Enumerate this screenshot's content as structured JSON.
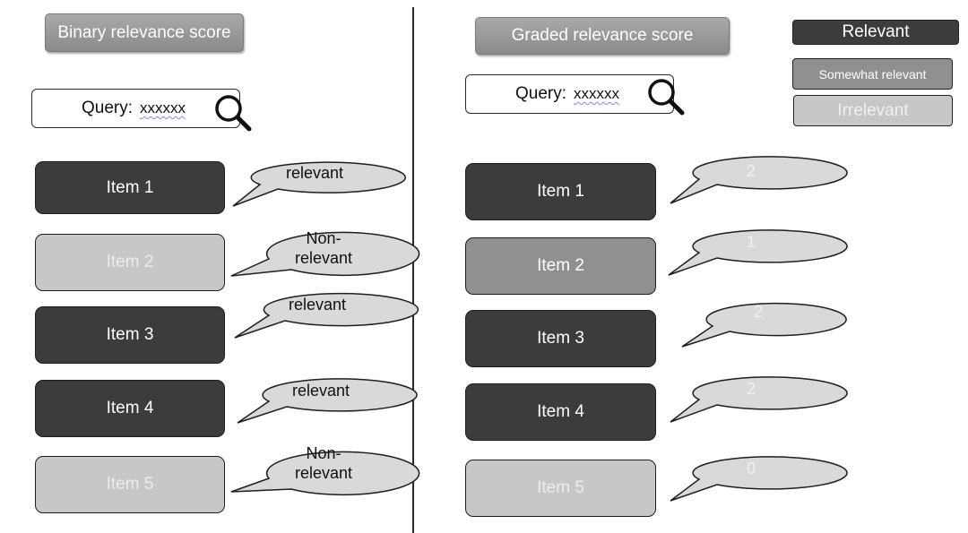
{
  "binary": {
    "header": "Binary relevance score",
    "query_label": "Query:",
    "query_value": "xxxxxx",
    "items": [
      {
        "label": "Item 1",
        "judgement": "relevant"
      },
      {
        "label": "Item 2",
        "judgement": "Non-\nrelevant"
      },
      {
        "label": "Item 3",
        "judgement": "relevant"
      },
      {
        "label": "Item 4",
        "judgement": "relevant"
      },
      {
        "label": "Item 5",
        "judgement": "Non-\nrelevant"
      }
    ]
  },
  "graded": {
    "header": "Graded relevance score",
    "query_label": "Query:",
    "query_value": "xxxxxx",
    "items": [
      {
        "label": "Item 1",
        "score": "2"
      },
      {
        "label": "Item 2",
        "score": "1"
      },
      {
        "label": "Item 3",
        "score": "2"
      },
      {
        "label": "Item 4",
        "score": "2"
      },
      {
        "label": "Item 5",
        "score": "0"
      }
    ]
  },
  "legend": {
    "relevant": "Relevant",
    "somewhat": "Somewhat relevant",
    "irrelevant": "Irrelevant"
  },
  "colors": {
    "relevant": "#3c3c3c",
    "somewhat_relevant": "#909090",
    "irrelevant": "#c7c7c7",
    "bubble": "#d9d9d9"
  },
  "icons": [
    "search-icon"
  ]
}
